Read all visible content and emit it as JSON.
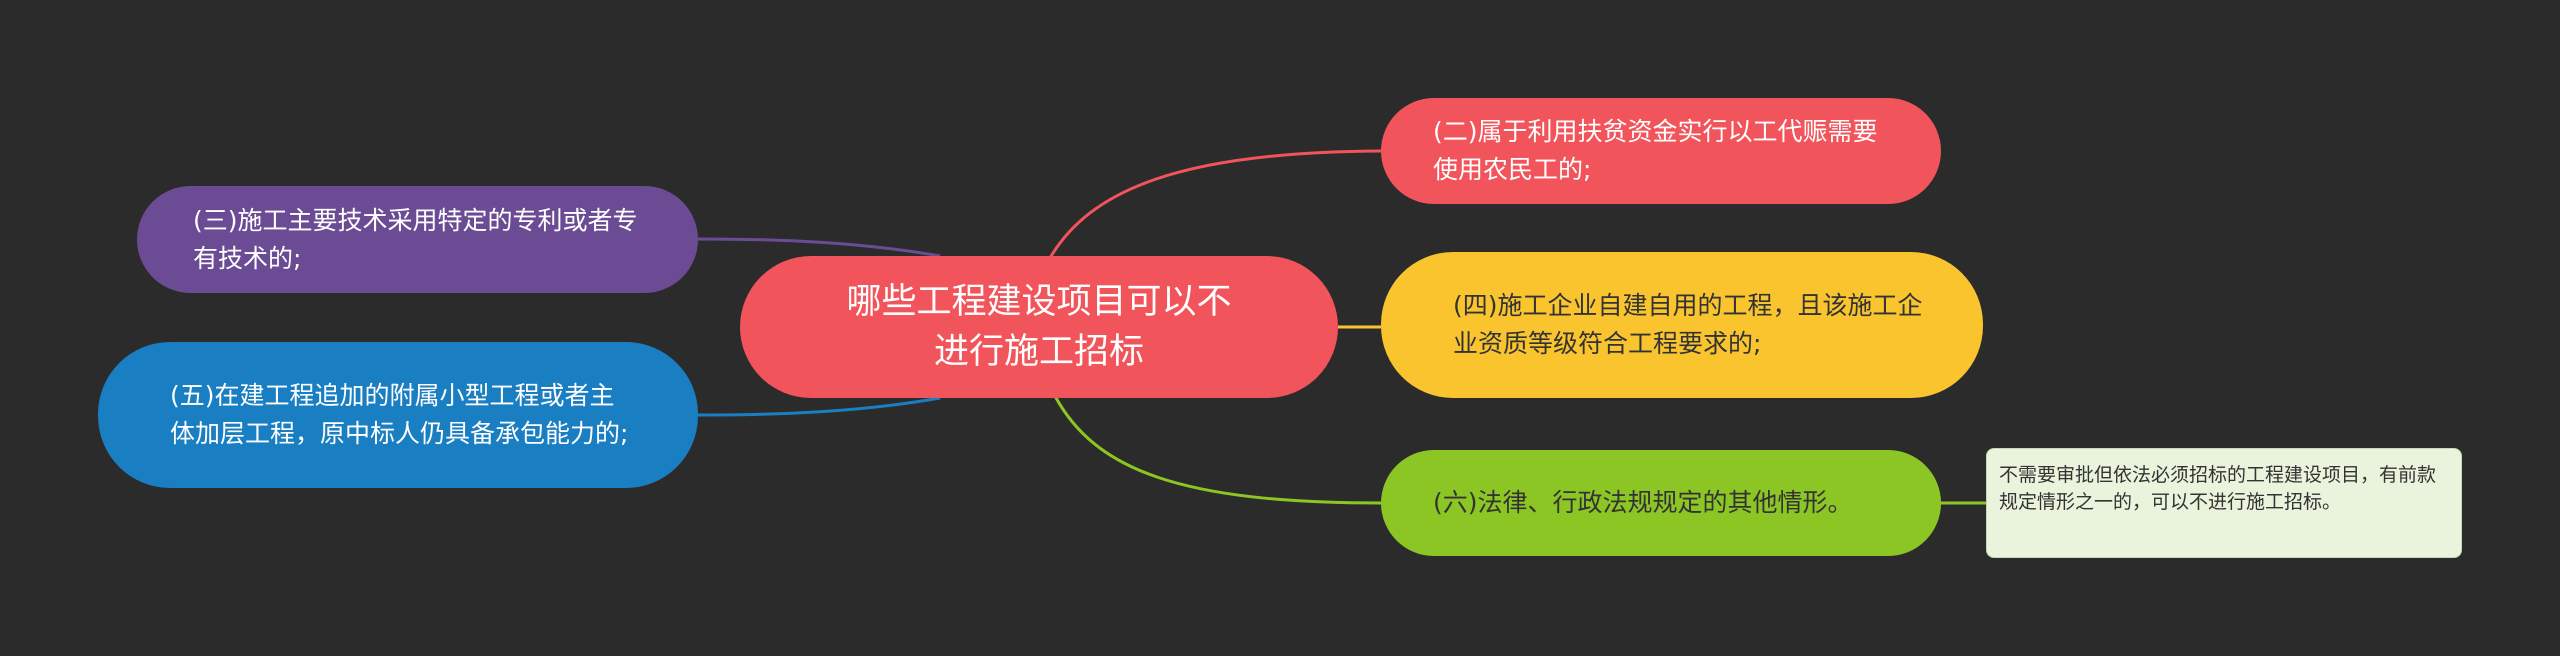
{
  "mindmap": {
    "center": {
      "label": "哪些工程建设项目可以不进行施工招标",
      "color": "#f2545b"
    },
    "branches": [
      {
        "id": "n2",
        "label": "(二)属于利用扶贫资金实行以工代赈需要使用农民工的;",
        "color": "#f2545b",
        "side": "right"
      },
      {
        "id": "n3",
        "label": "(三)施工主要技术采用特定的专利或者专有技术的;",
        "color": "#6b4c94",
        "side": "left"
      },
      {
        "id": "n4",
        "label": "(四)施工企业自建自用的工程，且该施工企业资质等级符合工程要求的;",
        "color": "#f9c42d",
        "side": "right"
      },
      {
        "id": "n5",
        "label": "(五)在建工程追加的附属小型工程或者主体加层工程，原中标人仍具备承包能力的;",
        "color": "#1a7ec2",
        "side": "left"
      },
      {
        "id": "n6",
        "label": "(六)法律、行政法规规定的其他情形。",
        "color": "#8cc625",
        "side": "right"
      }
    ],
    "note": {
      "attached_to": "n6",
      "label": "不需要审批但依法必须招标的工程建设项目，有前款规定情形之一的，可以不进行施工招标。"
    }
  }
}
